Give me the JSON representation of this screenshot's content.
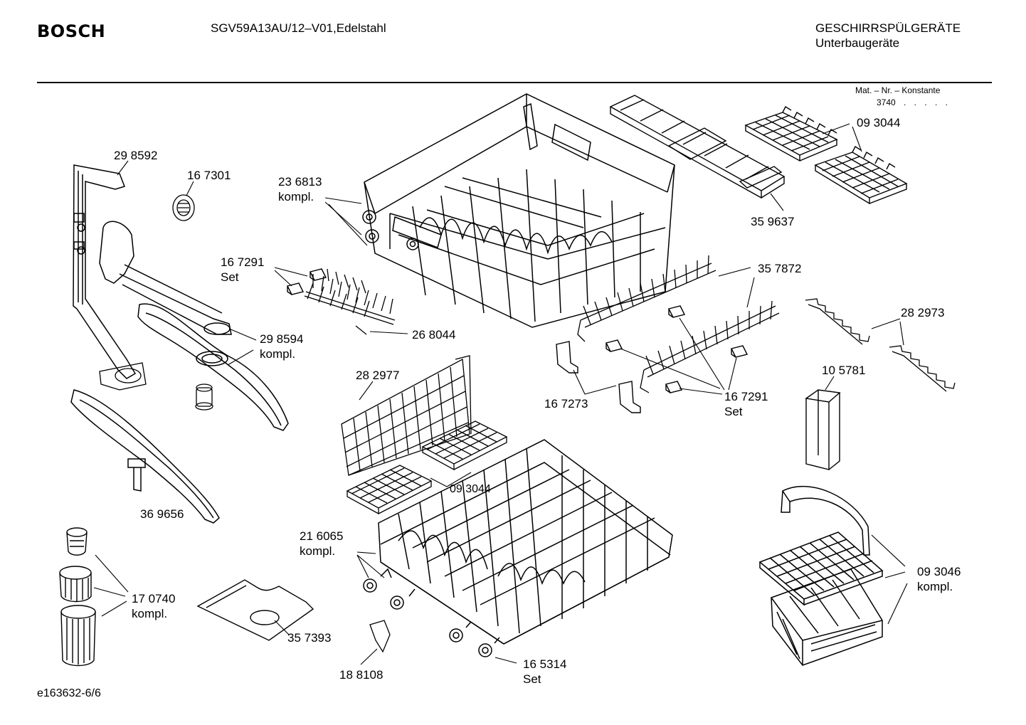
{
  "header": {
    "brand": "BOSCH",
    "model": "SGV59A13AU/12–V01,Edelstahl",
    "category": "GESCHIRRSPÜLGERÄTE",
    "subcategory": "Unterbaugeräte",
    "mat_label": "Mat. – Nr. – Konstante",
    "mat_value": "3740",
    "mat_dots": ". . . . ."
  },
  "footer": {
    "diagram_id": "e163632-6/6"
  },
  "parts": [
    {
      "id": "p298592",
      "number": "29 8592",
      "note": ""
    },
    {
      "id": "p167301",
      "number": "16 7301",
      "note": ""
    },
    {
      "id": "p236813",
      "number": "23 6813",
      "note": "kompl."
    },
    {
      "id": "p167291a",
      "number": "16 7291",
      "note": "Set"
    },
    {
      "id": "p268044",
      "number": "26 8044",
      "note": ""
    },
    {
      "id": "p298594",
      "number": "29 8594",
      "note": "kompl."
    },
    {
      "id": "p282977",
      "number": "28 2977",
      "note": ""
    },
    {
      "id": "p369656",
      "number": "36 9656",
      "note": ""
    },
    {
      "id": "p093044a",
      "number": "09 3044",
      "note": ""
    },
    {
      "id": "p359637",
      "number": "35 9637",
      "note": ""
    },
    {
      "id": "p357872",
      "number": "35 7872",
      "note": ""
    },
    {
      "id": "p282973",
      "number": "28 2973",
      "note": ""
    },
    {
      "id": "p105781",
      "number": "10 5781",
      "note": ""
    },
    {
      "id": "p167273",
      "number": "16 7273",
      "note": ""
    },
    {
      "id": "p167291b",
      "number": "16 7291",
      "note": "Set"
    },
    {
      "id": "p093044b",
      "number": "09 3044",
      "note": ""
    },
    {
      "id": "p216065",
      "number": "21  6065",
      "note": "kompl."
    },
    {
      "id": "p093046",
      "number": "09 3046",
      "note": "kompl."
    },
    {
      "id": "p170740",
      "number": "17 0740",
      "note": "kompl."
    },
    {
      "id": "p357393",
      "number": "35 7393",
      "note": ""
    },
    {
      "id": "p188108",
      "number": "18 8108",
      "note": ""
    },
    {
      "id": "p165314",
      "number": "16 5314",
      "note": "Set"
    }
  ]
}
